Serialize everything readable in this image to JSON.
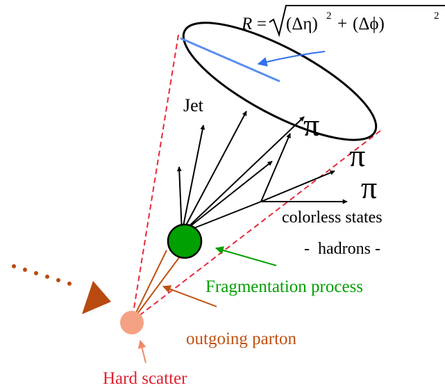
{
  "formula": {
    "lhs": "R",
    "eq": "=",
    "term1": "(Δη)",
    "sup1": "2",
    "plus": "+",
    "term2": "(Δϕ)",
    "sup2": "2"
  },
  "labels": {
    "jet": "Jet",
    "pi_symbol": "π",
    "colorless_states": "colorless states",
    "hadrons": "-  hadrons -",
    "fragmentation": "Fragmentation process",
    "outgoing_parton": "outgoing parton",
    "hard_scatter": "Hard scatter"
  },
  "colors": {
    "cone_dash": "#e8283a",
    "fragmentation_green": "#00a000",
    "parton_orange": "#c05010",
    "hard_scatter_pink": "#f08866",
    "hard_scatter_text": "#e02030",
    "radius_blue": "#3070f0",
    "incoming_brown": "#b84a10"
  }
}
